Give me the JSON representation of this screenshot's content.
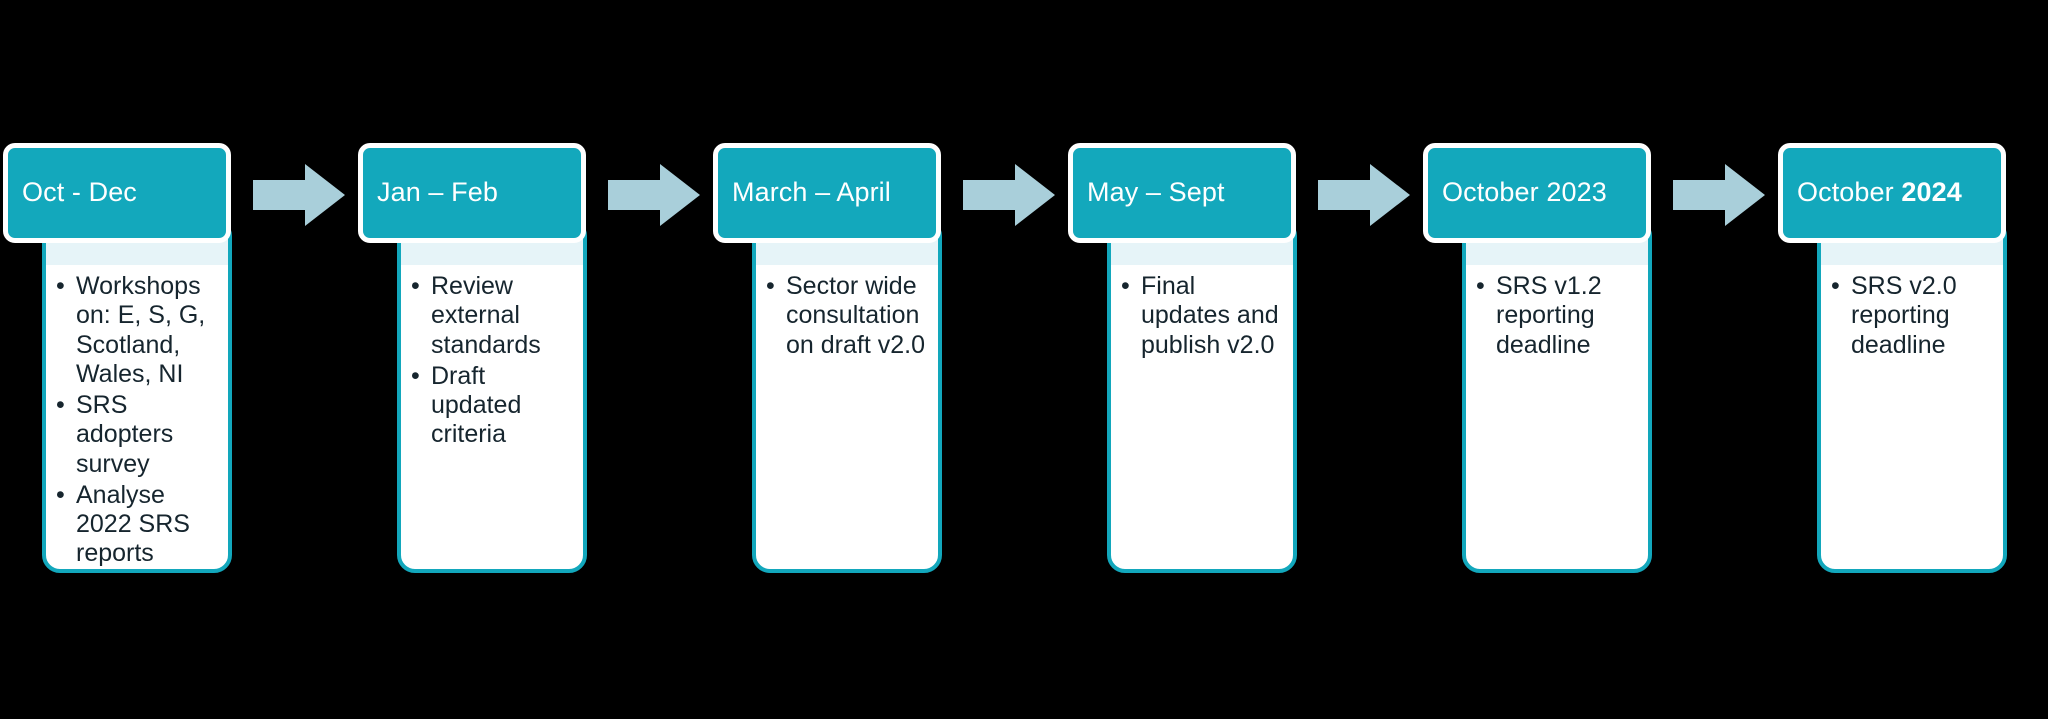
{
  "diagram": {
    "type": "process-timeline",
    "orientation": "horizontal",
    "background_color": "#000000",
    "header_color": "#13A8BC",
    "card_border_color": "#12A7BC",
    "card_body_color": "#FFFFFF",
    "card_tint_color": "#E6F4F8",
    "arrow_color": "#A9CFDA",
    "text_color": "#16252E",
    "header_text_color": "#FFFFFF"
  },
  "stages": [
    {
      "header": "Oct - Dec",
      "header_html": "Oct - Dec",
      "items": [
        "Workshops on: E, S, G, Scotland, Wales, NI",
        "SRS adopters survey",
        "Analyse 2022 SRS reports"
      ]
    },
    {
      "header": "Jan – Feb",
      "header_html": "Jan – Feb",
      "items": [
        "Review external standards",
        "Draft updated criteria"
      ]
    },
    {
      "header": "March – April",
      "header_html": "March – April",
      "items": [
        "Sector wide consultation on draft v2.0"
      ]
    },
    {
      "header": "May – Sept",
      "header_html": "May – Sept",
      "items": [
        "Final updates and publish v2.0"
      ]
    },
    {
      "header": "October 2023",
      "header_html": "October 2023",
      "items": [
        "SRS v1.2 reporting deadline"
      ]
    },
    {
      "header": "October 2024",
      "header_html": "October <b>2024</b>",
      "items": [
        "SRS v2.0 reporting deadline"
      ]
    }
  ],
  "connectors": [
    {
      "icon": "right-arrow-icon"
    },
    {
      "icon": "right-arrow-icon"
    },
    {
      "icon": "right-arrow-icon"
    },
    {
      "icon": "right-arrow-icon"
    },
    {
      "icon": "right-arrow-icon"
    }
  ]
}
